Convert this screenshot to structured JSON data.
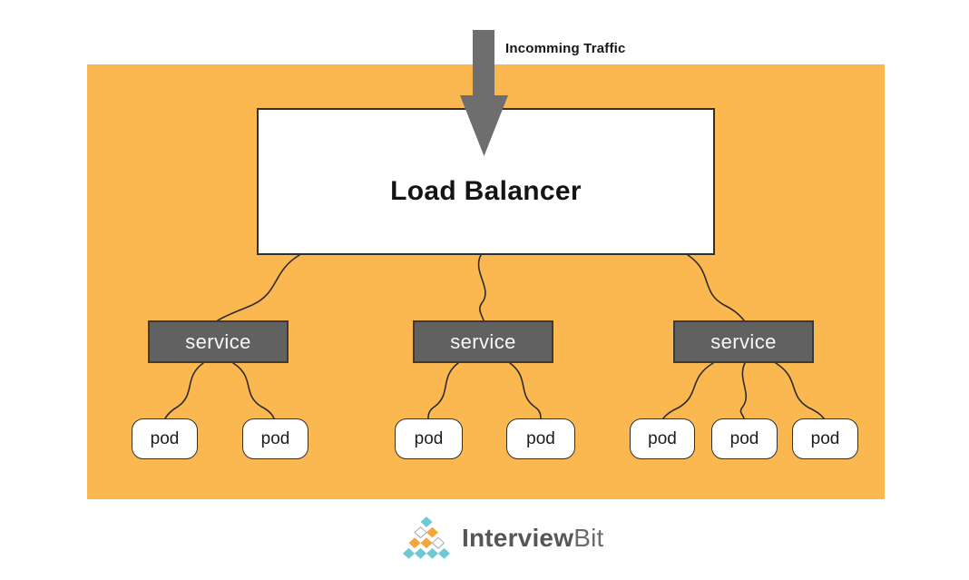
{
  "diagram": {
    "incoming_traffic_label": "Incomming Traffic",
    "load_balancer": {
      "label": "Load Balancer"
    },
    "service_groups": [
      {
        "service_label": "service",
        "pods": [
          "pod",
          "pod"
        ]
      },
      {
        "service_label": "service",
        "pods": [
          "pod",
          "pod"
        ]
      },
      {
        "service_label": "service",
        "pods": [
          "pod",
          "pod",
          "pod"
        ]
      }
    ]
  },
  "footer": {
    "logo": {
      "brand_primary": "Interview",
      "brand_secondary": "Bit",
      "mark_rows": [
        [
          "teal"
        ],
        [
          "white",
          "orange"
        ],
        [
          "orange",
          "orange",
          "white"
        ],
        [
          "teal",
          "teal",
          "teal",
          "teal"
        ]
      ]
    }
  },
  "colors": {
    "panel_orange": "#FBB851",
    "service_gray": "#616161",
    "arrow_gray": "#6E6E6E",
    "connector_dark": "#2B2B2B",
    "logo_teal": "#6FC9D4",
    "logo_orange": "#F2A63C",
    "logo_text_gray": "#55565A"
  }
}
